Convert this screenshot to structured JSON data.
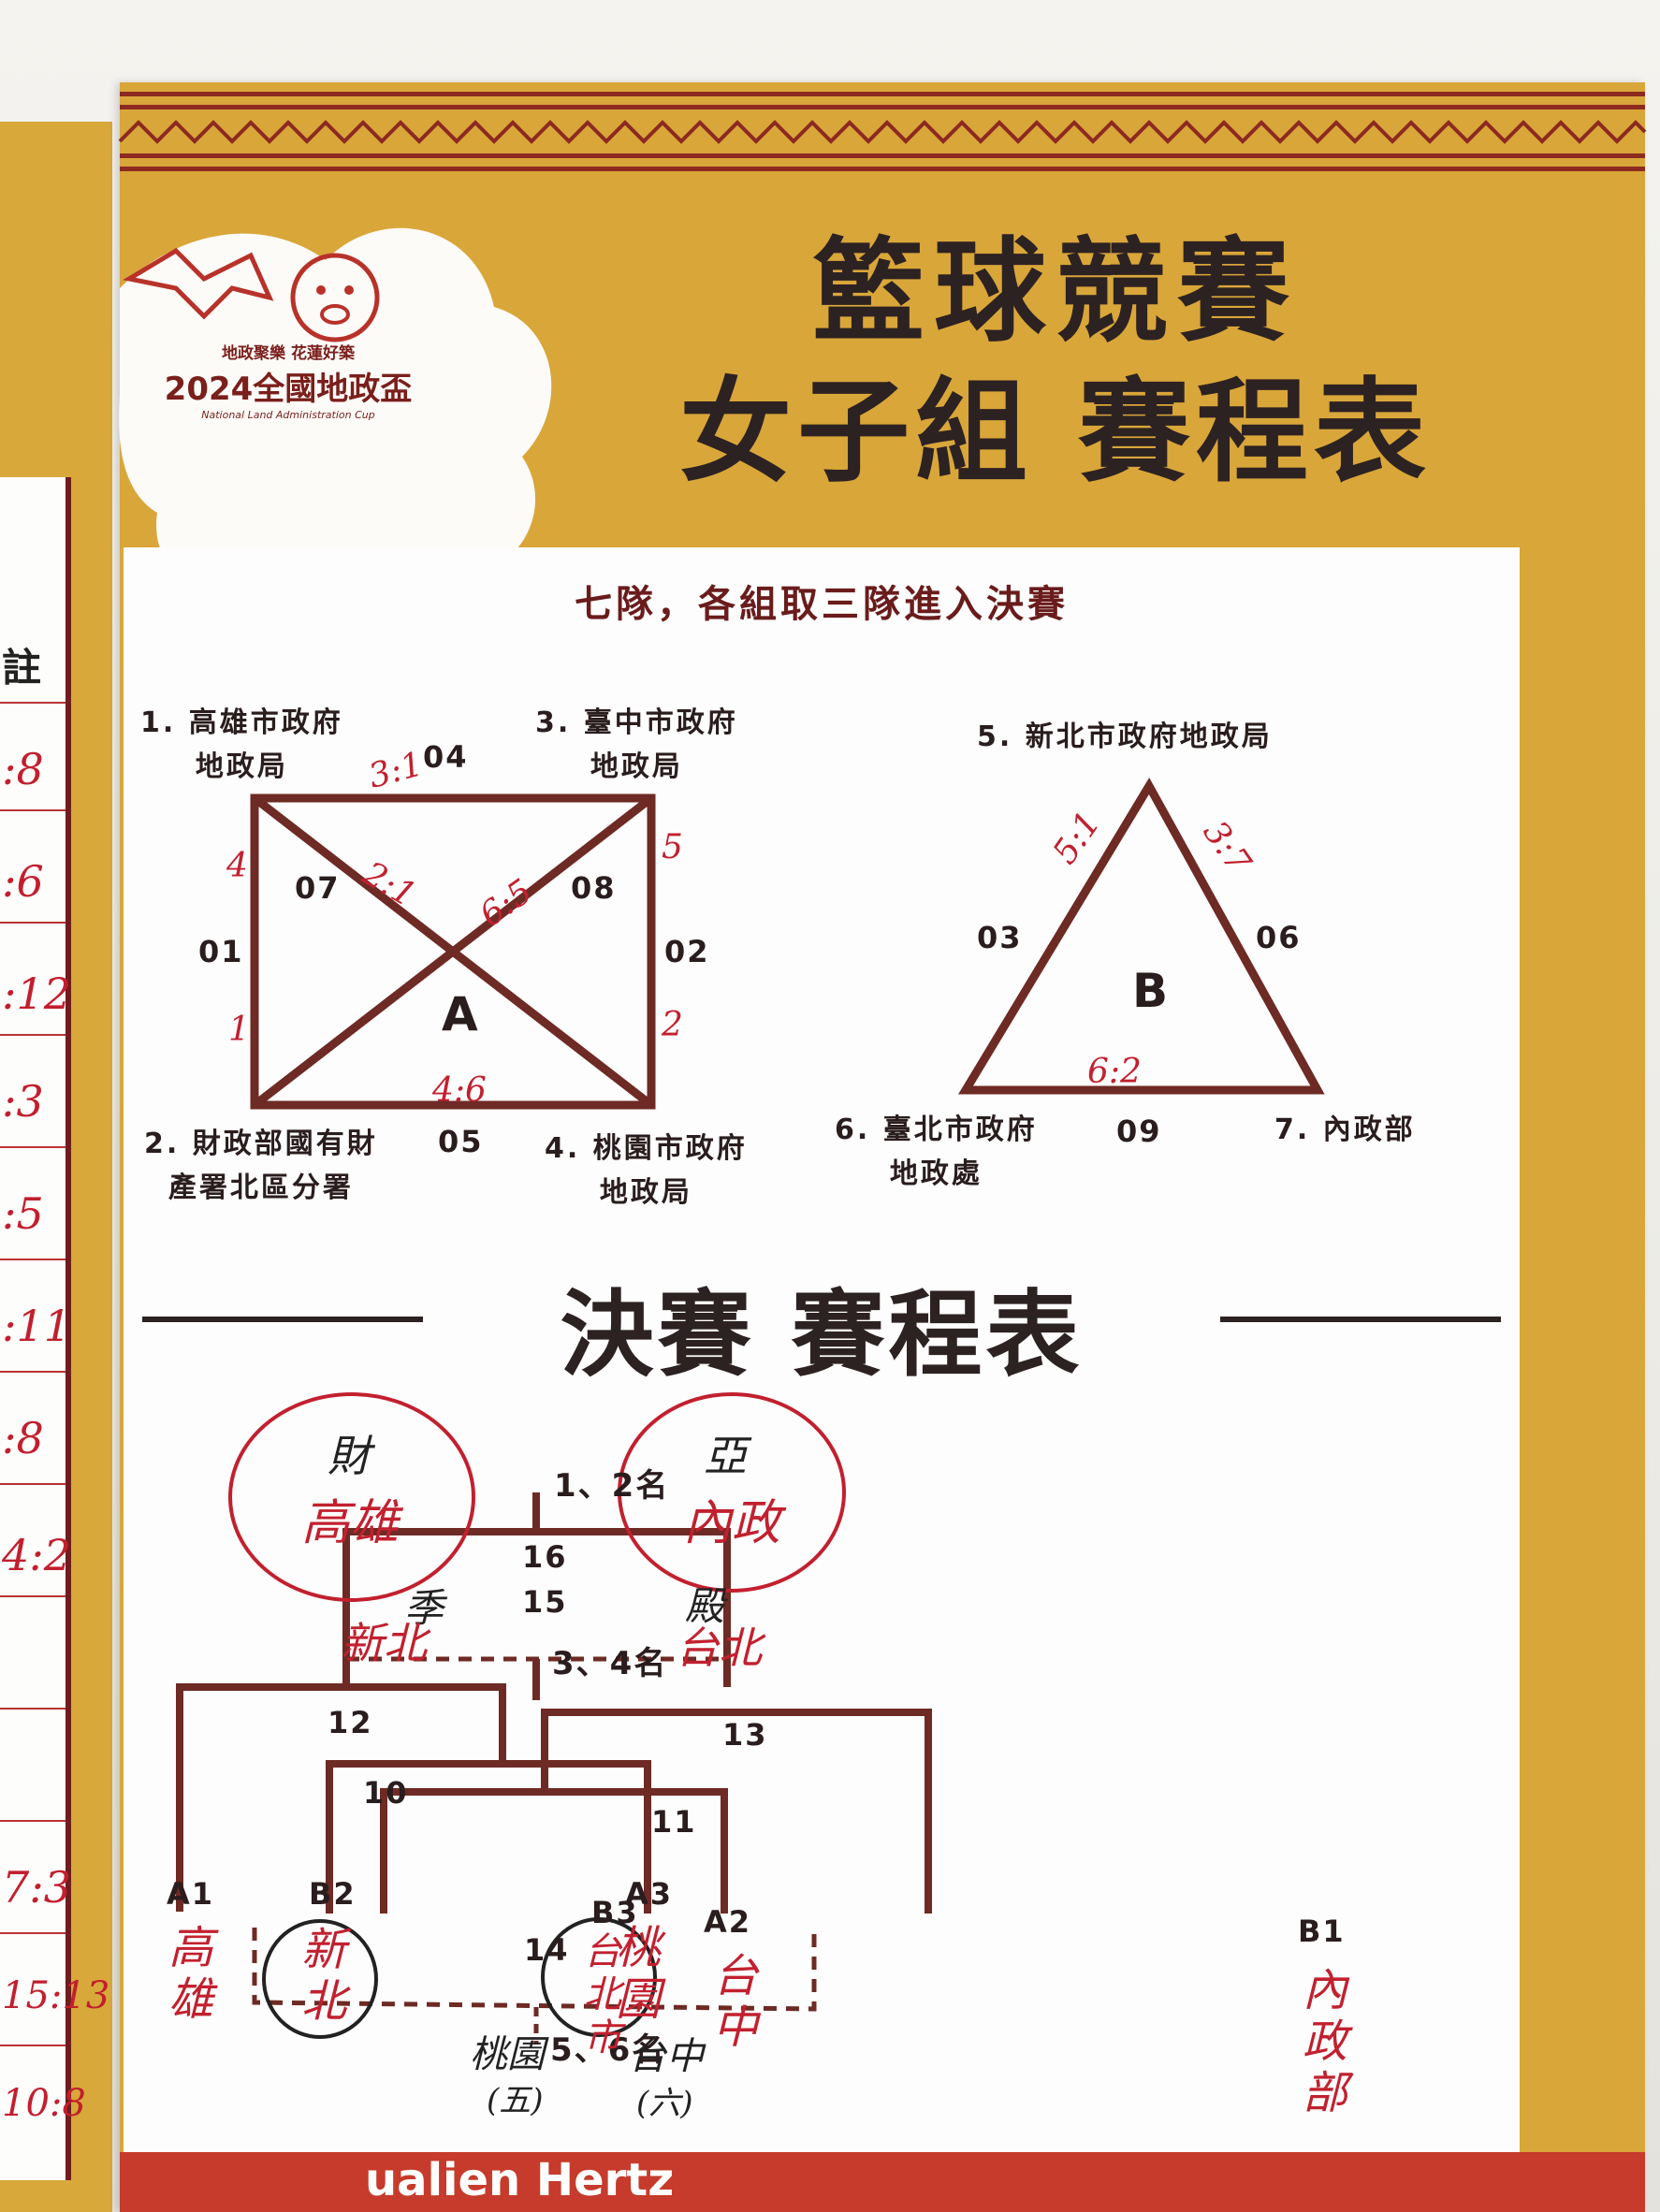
{
  "poster": {
    "title_line1": "籃球競賽",
    "title_line2": "女子組 賽程表",
    "subtitle": "七隊，各組取三隊進入決賽",
    "logo_text_line1": "地政聚樂 花蓮好築",
    "logo_text_line2": "2024全國地政盃",
    "logo_text_line3": "National Land Administration Cup"
  },
  "group_a": {
    "label": "A",
    "teams": {
      "t1": [
        "1. 高雄市政府",
        "地政局"
      ],
      "t2": [
        "2. 財政部國有財",
        "產署北區分署"
      ],
      "t3": [
        "3. 臺中市政府",
        "地政局"
      ],
      "t4": [
        "4. 桃園市政府",
        "地政局"
      ]
    },
    "matches": {
      "m01": "01",
      "m02": "02",
      "m04": "04",
      "m05": "05",
      "m07": "07",
      "m08": "08"
    },
    "scores": {
      "top": "3:1",
      "left_top": "4",
      "left_bottom": "1",
      "right_top": "5",
      "right_bottom": "2",
      "bottom": "4:6",
      "diag_left": "2:1",
      "diag_right": "6:5"
    }
  },
  "group_b": {
    "label": "B",
    "teams": {
      "t5": "5. 新北市政府地政局",
      "t6": [
        "6. 臺北市政府",
        "地政處"
      ],
      "t7": "7. 內政部"
    },
    "matches": {
      "m03": "03",
      "m06": "06",
      "m09": "09"
    },
    "scores": {
      "left": "5:1",
      "right": "3:7",
      "bottom": "6:2"
    }
  },
  "finals": {
    "heading": "決賽 賽程表",
    "rank_1_2": "1、2名",
    "rank_3_4": "3、4名",
    "rank_5_6": "5、6名",
    "match_numbers": {
      "m10": "10",
      "m11": "11",
      "m12": "12",
      "m13": "13",
      "m14": "14",
      "m15": "15",
      "m16": "16"
    },
    "seeds": {
      "A1": "A1",
      "B2": "B2",
      "A3": "A3",
      "B3": "B3",
      "A2": "A2",
      "B1": "B1"
    },
    "handwritten": {
      "a1_team": "高雄",
      "b2_team": "新北",
      "a3_team": "桃園",
      "b3_team": "台北市",
      "a2_team": "台中",
      "b1_team": "內政部",
      "left_finalist_rank": "財",
      "left_finalist_team": "高雄",
      "right_finalist_rank": "亞",
      "right_finalist_team": "內政",
      "left_semi_rank": "季",
      "left_semi_team": "新北",
      "right_semi_rank": "殿",
      "right_semi_team": "台北",
      "fifth_team": "桃園",
      "fifth_rank": "(五)",
      "sixth_team": "台中",
      "sixth_rank": "(六)"
    }
  },
  "left_poster": {
    "header": "註",
    "scores": [
      ":8",
      ":6",
      ":12",
      ":3",
      ":5",
      ":11",
      ":8",
      "4:2",
      "7:3",
      "15:13",
      "10:8"
    ]
  },
  "bottom_strip_text": "ualien Hertz",
  "colors": {
    "poster_gold": "#d9a63a",
    "line_brown": "#6e2a24",
    "pen_red": "#c2202f",
    "text_dark": "#2a1d1d"
  }
}
